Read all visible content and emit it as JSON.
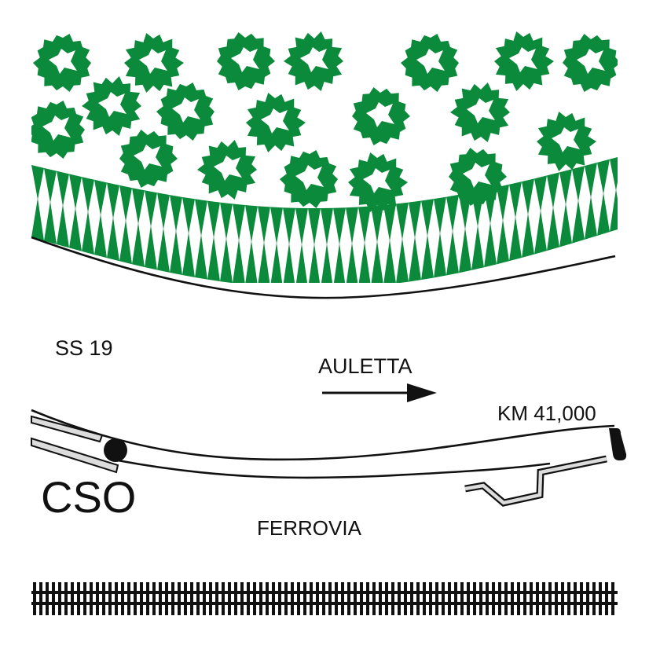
{
  "labels": {
    "road": "SS 19",
    "direction": "AULETTA",
    "km": "KM 41,000",
    "marker": "CSO",
    "railway": "FERROVIA"
  },
  "colors": {
    "vegetation": "#0a8a3a",
    "line": "#111111",
    "barrier_fill": "#dcdcdc",
    "background": "#ffffff"
  },
  "icons": {
    "tree": "tree-icon",
    "direction_arrow": "arrow-right-icon",
    "marker_dot": "dot-icon"
  }
}
